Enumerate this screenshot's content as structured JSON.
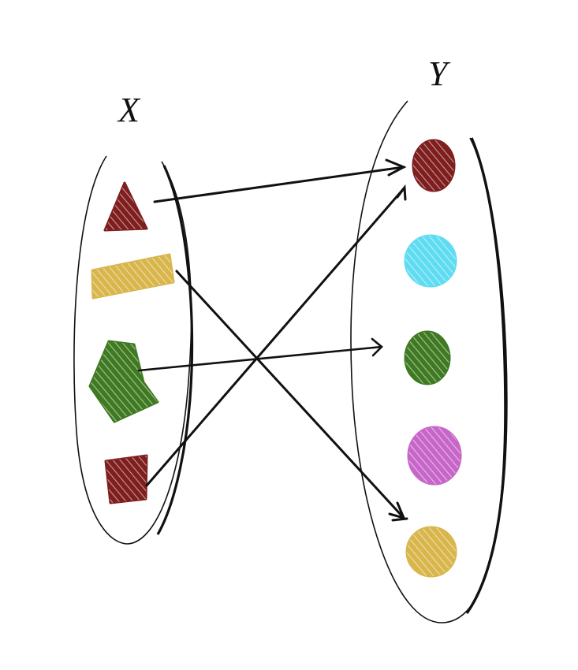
{
  "sets": [
    {
      "id": "X",
      "label": "X",
      "elements": [
        {
          "id": "x1",
          "shape": "triangle",
          "color": "#7e1e1e"
        },
        {
          "id": "x2",
          "shape": "rectangle",
          "color": "#d8b64c"
        },
        {
          "id": "x3",
          "shape": "pentagon",
          "color": "#3f7a22"
        },
        {
          "id": "x4",
          "shape": "square",
          "color": "#7e1e1e"
        }
      ]
    },
    {
      "id": "Y",
      "label": "Y",
      "elements": [
        {
          "id": "y1",
          "shape": "circle",
          "color": "#7e1e1e"
        },
        {
          "id": "y2",
          "shape": "circle",
          "color": "#5fdcf2"
        },
        {
          "id": "y3",
          "shape": "circle",
          "color": "#3f7a22"
        },
        {
          "id": "y4",
          "shape": "circle",
          "color": "#c766c9"
        },
        {
          "id": "y5",
          "shape": "circle",
          "color": "#d8b64c"
        }
      ]
    }
  ],
  "mappings": [
    {
      "from": "x1",
      "to": "y1"
    },
    {
      "from": "x2",
      "to": "y5"
    },
    {
      "from": "x3",
      "to": "y3"
    },
    {
      "from": "x4",
      "to": "y1"
    }
  ]
}
